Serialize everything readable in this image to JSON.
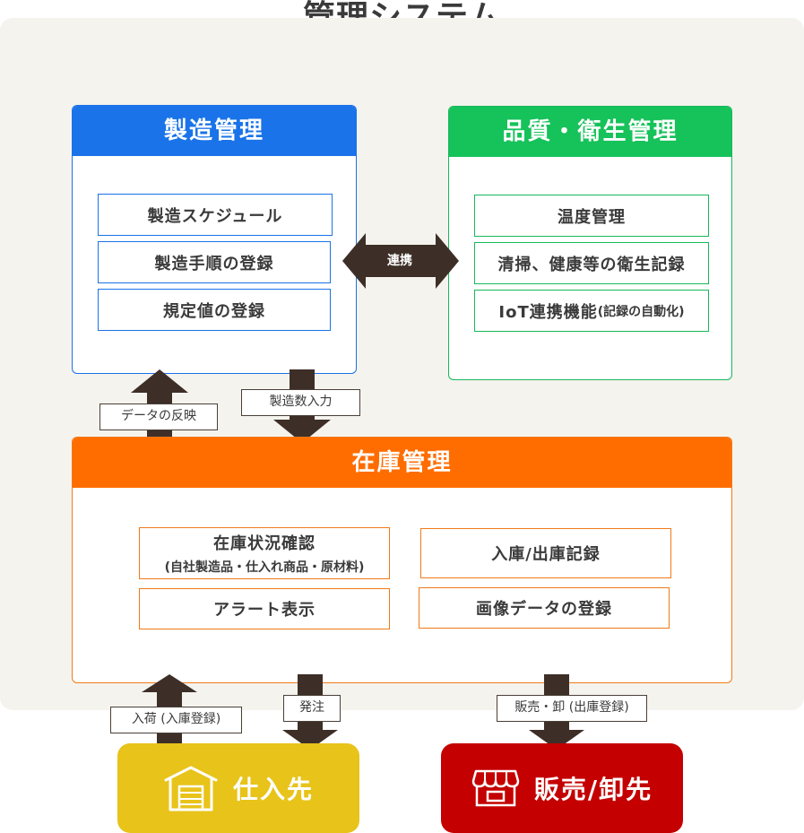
{
  "title": "管理システム",
  "manufacturing": {
    "heading": "製造管理",
    "items": [
      "製造スケジュール",
      "製造手順の登録",
      "規定値の登録"
    ]
  },
  "quality": {
    "heading": "品質・衛生管理",
    "items": [
      "温度管理",
      "清掃、健康等の衛生記録"
    ],
    "iot_main": "IoT連携機能",
    "iot_sub": "(記録の自動化)"
  },
  "link_label": "連携",
  "inventory": {
    "heading": "在庫管理",
    "status_main": "在庫状況確認",
    "status_sub": "(自社製造品・仕入れ商品・原材料)",
    "inout": "入庫/出庫記録",
    "alert": "アラート表示",
    "image_data": "画像データの登録"
  },
  "flows": {
    "reflect": "データの反映",
    "mfg_input": "製造数入力",
    "receiving": "入荷 (入庫登録)",
    "ordering": "発注",
    "sales": "販売・卸 (出庫登録)"
  },
  "destinations": {
    "supplier": "仕入先",
    "seller": "販売/卸先"
  },
  "colors": {
    "manufacturing": "#1a73e8",
    "quality": "#16b85a",
    "inventory": "#ff6d00",
    "supplier": "#e8c31a",
    "seller": "#c40000",
    "arrow": "#3d2f27",
    "background": "#f5f3ee"
  }
}
